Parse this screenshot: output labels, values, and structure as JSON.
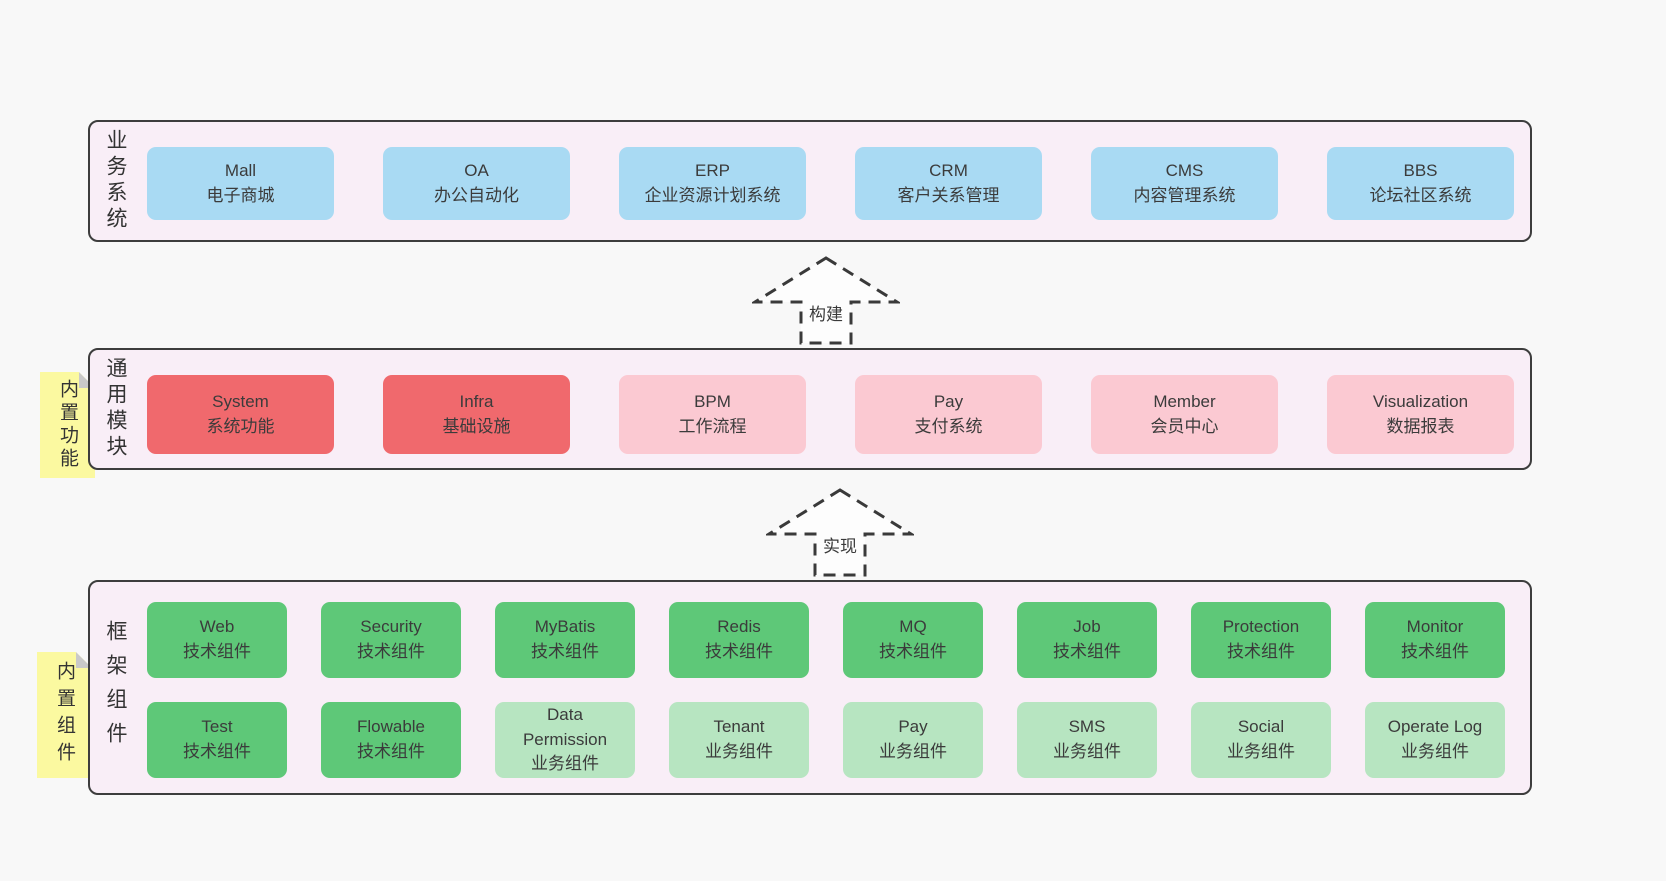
{
  "colors": {
    "blue": "#a9daf3",
    "red": "#f0696d",
    "pink": "#fbc9d2",
    "green": "#5ec878",
    "light_green": "#b7e5c1",
    "sticky": "#fbf9a0",
    "layer_bg": "#f9eef7",
    "page_bg": "#f8f8f8",
    "line": "#3a3a3a"
  },
  "layers": [
    {
      "label": "业务系统",
      "sticky": null,
      "rows": [
        [
          {
            "title": "Mall",
            "subtitle": "电子商城",
            "variant": "blue"
          },
          {
            "title": "OA",
            "subtitle": "办公自动化",
            "variant": "blue"
          },
          {
            "title": "ERP",
            "subtitle": "企业资源计划系统",
            "variant": "blue"
          },
          {
            "title": "CRM",
            "subtitle": "客户关系管理",
            "variant": "blue"
          },
          {
            "title": "CMS",
            "subtitle": "内容管理系统",
            "variant": "blue"
          },
          {
            "title": "BBS",
            "subtitle": "论坛社区系统",
            "variant": "blue"
          }
        ]
      ]
    },
    {
      "label": "通用模块",
      "sticky": "内置功能",
      "rows": [
        [
          {
            "title": "System",
            "subtitle": "系统功能",
            "variant": "red"
          },
          {
            "title": "Infra",
            "subtitle": "基础设施",
            "variant": "red"
          },
          {
            "title": "BPM",
            "subtitle": "工作流程",
            "variant": "pink"
          },
          {
            "title": "Pay",
            "subtitle": "支付系统",
            "variant": "pink"
          },
          {
            "title": "Member",
            "subtitle": "会员中心",
            "variant": "pink"
          },
          {
            "title": "Visualization",
            "subtitle": "数据报表",
            "variant": "pink"
          }
        ]
      ]
    },
    {
      "label": "框架组件",
      "sticky": "内置组件",
      "rows": [
        [
          {
            "title": "Web",
            "subtitle": "技术组件",
            "variant": "green"
          },
          {
            "title": "Security",
            "subtitle": "技术组件",
            "variant": "green"
          },
          {
            "title": "MyBatis",
            "subtitle": "技术组件",
            "variant": "green"
          },
          {
            "title": "Redis",
            "subtitle": "技术组件",
            "variant": "green"
          },
          {
            "title": "MQ",
            "subtitle": "技术组件",
            "variant": "green"
          },
          {
            "title": "Job",
            "subtitle": "技术组件",
            "variant": "green"
          },
          {
            "title": "Protection",
            "subtitle": "技术组件",
            "variant": "green"
          },
          {
            "title": "Monitor",
            "subtitle": "技术组件",
            "variant": "green"
          }
        ],
        [
          {
            "title": "Test",
            "subtitle": "技术组件",
            "variant": "green"
          },
          {
            "title": "Flowable",
            "subtitle": "技术组件",
            "variant": "green"
          },
          {
            "title": "Data\nPermission",
            "subtitle": "业务组件",
            "variant": "lightgreen"
          },
          {
            "title": "Tenant",
            "subtitle": "业务组件",
            "variant": "lightgreen"
          },
          {
            "title": "Pay",
            "subtitle": "业务组件",
            "variant": "lightgreen"
          },
          {
            "title": "SMS",
            "subtitle": "业务组件",
            "variant": "lightgreen"
          },
          {
            "title": "Social",
            "subtitle": "业务组件",
            "variant": "lightgreen"
          },
          {
            "title": "Operate Log",
            "subtitle": "业务组件",
            "variant": "lightgreen"
          }
        ]
      ]
    }
  ],
  "arrows": [
    {
      "label": "构建"
    },
    {
      "label": "实现"
    }
  ]
}
